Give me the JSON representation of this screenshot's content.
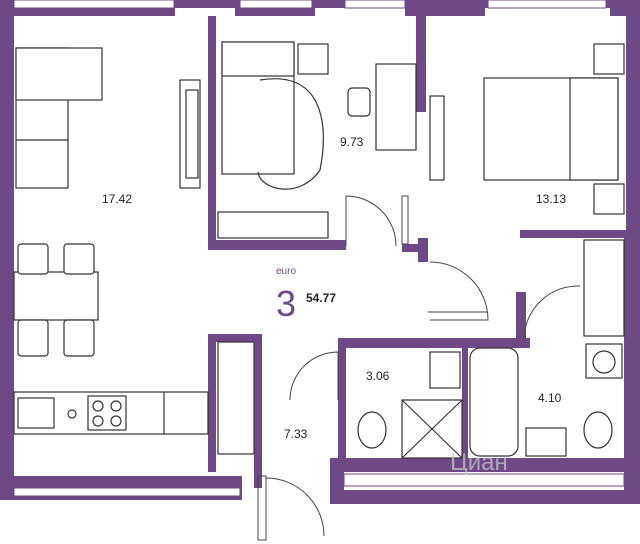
{
  "colors": {
    "wall": "#6d4a86",
    "line": "#333333",
    "bg": "#ffffff"
  },
  "apartment": {
    "type_label": "euro",
    "rooms": "3",
    "total_area": "54.77"
  },
  "rooms": [
    {
      "name": "living-kitchen",
      "area": "17.42"
    },
    {
      "name": "bedroom-small",
      "area": "9.73"
    },
    {
      "name": "bedroom-large",
      "area": "13.13"
    },
    {
      "name": "bathroom",
      "area": "3.06"
    },
    {
      "name": "bathroom-2",
      "area": "4.10"
    },
    {
      "name": "hallway",
      "area": "7.33"
    }
  ],
  "watermark": "Циан"
}
